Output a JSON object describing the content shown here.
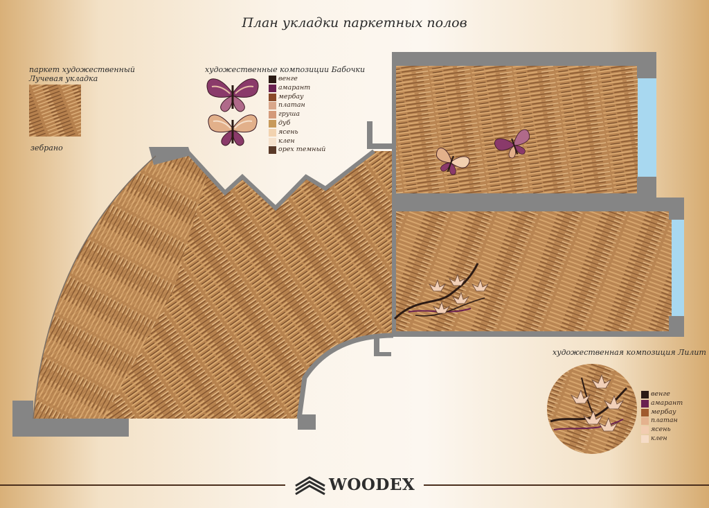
{
  "title": "План укладки паркетных полов",
  "sample": {
    "label_line1": "паркет художественный",
    "label_line2": "Лучевая укладка",
    "caption": "зебрано"
  },
  "butterflies": {
    "label": "художественные композиции Бабочки",
    "legend": [
      {
        "name": "венге",
        "color": "#2b1a14"
      },
      {
        "name": "амарант",
        "color": "#6a2150"
      },
      {
        "name": "мербау",
        "color": "#8a4a2a"
      },
      {
        "name": "платан",
        "color": "#d9a78a"
      },
      {
        "name": "груша",
        "color": "#d49a7a"
      },
      {
        "name": "дуб",
        "color": "#c89a5a"
      },
      {
        "name": "ясень",
        "color": "#f2d3b0"
      },
      {
        "name": "клен",
        "color": "#f6e2cc"
      },
      {
        "name": "орех темный",
        "color": "#5a3a28"
      }
    ]
  },
  "lilith": {
    "label": "художественная композиция Лилит",
    "legend": [
      {
        "name": "венге",
        "color": "#2b1a14"
      },
      {
        "name": "амарант",
        "color": "#6a2150"
      },
      {
        "name": "мербау",
        "color": "#a05a2e"
      },
      {
        "name": "платан",
        "color": "#e4b28e"
      },
      {
        "name": "ясень",
        "color": "#f2ccb0"
      },
      {
        "name": "клен",
        "color": "#f6dcc6"
      }
    ]
  },
  "brand": "WOODEX",
  "colors": {
    "wall": "#858585",
    "window": "#a8d8f0",
    "wood": "#b98552",
    "wood_dark": "#7a4e2a",
    "wood_light": "#e0b47e"
  }
}
